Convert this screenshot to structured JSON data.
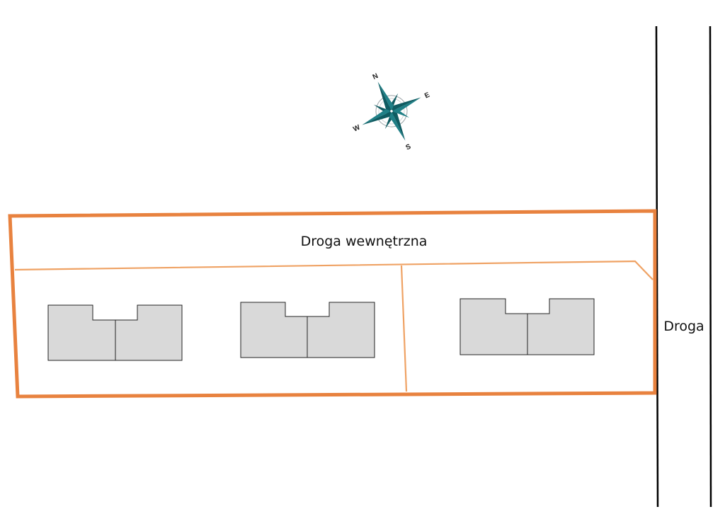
{
  "labels": {
    "internal_road": "Droga wewnętrzna",
    "public_road": "Droga"
  },
  "compass": {
    "north": "N",
    "south": "S",
    "east": "E",
    "west": "W"
  },
  "buildings": [
    {
      "name": "building-1",
      "halves": 2
    },
    {
      "name": "building-2",
      "halves": 2
    },
    {
      "name": "building-3",
      "halves": 2
    }
  ],
  "colors": {
    "plot_outline": "#E8823F",
    "parcel_lines": "#EFA264",
    "building_fill": "#D9D9D9",
    "compass_teal": "#1F7F86",
    "compass_teal_dark": "#0F5B61",
    "road_lines": "#000000"
  }
}
